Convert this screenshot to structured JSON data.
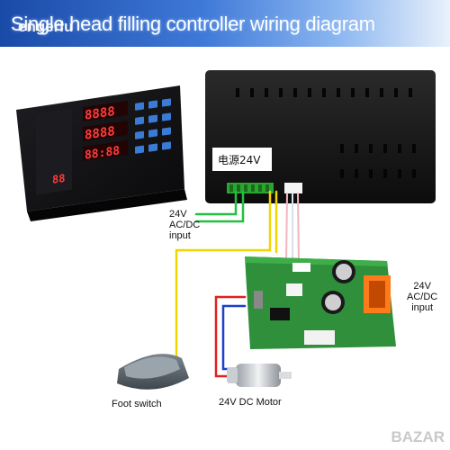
{
  "banner": {
    "title": "Single head filling controller wiring diagram",
    "overlay_text": "engerlu"
  },
  "controller": {
    "display_top": "8888",
    "display_mid": "8888",
    "display_bot": "88:88",
    "display_bot_left": "88",
    "power_label": "电源24V"
  },
  "labels": {
    "left_input": [
      "24V",
      "AC/DC",
      "input"
    ],
    "right_input": [
      "24V",
      "AC/DC",
      "input"
    ],
    "foot_switch": "Foot switch",
    "motor": "24V DC Motor"
  },
  "watermark": "BAZAR",
  "colors": {
    "banner_start": "#1a4aa8",
    "wire_green": "#22c040",
    "wire_yellow": "#f2d400",
    "wire_red": "#e02020",
    "wire_blue": "#1c3fcc",
    "pcb_green": "#2f8f3a",
    "display_red": "#ff3b3b"
  }
}
